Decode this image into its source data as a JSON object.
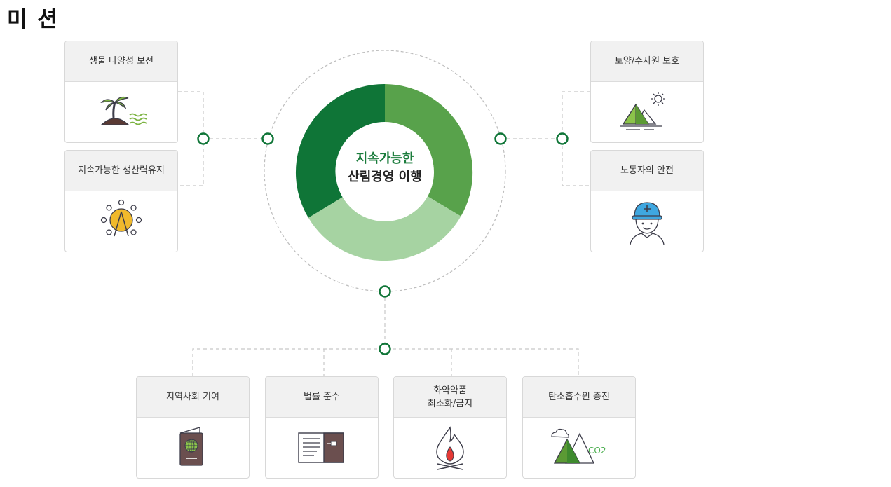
{
  "title": "미 션",
  "center": {
    "line1": "지속가능한",
    "line2": "산림경영 이행"
  },
  "colors": {
    "dark_green": "#0f7537",
    "mid_green": "#58a24b",
    "light_green": "#a6d3a2",
    "line_gray": "#c8c8c8"
  },
  "cards": {
    "biodiversity": {
      "label": "생물 다양성 보전",
      "icon": "palm-island-icon"
    },
    "productivity": {
      "label": "지속가능한 생산력유지",
      "icon": "sun-icon"
    },
    "soil_water": {
      "label": "토양/수자원 보호",
      "icon": "mountain-sun-icon"
    },
    "worker_safety": {
      "label": "노동자의 안전",
      "icon": "worker-helmet-icon"
    },
    "community": {
      "label": "지역사회 기여",
      "icon": "passport-globe-icon"
    },
    "law": {
      "label": "법률 준수",
      "icon": "law-document-icon"
    },
    "chemicals": {
      "label": "화약약품\n최소화/금지",
      "icon": "campfire-icon"
    },
    "carbon": {
      "label": "탄소흡수원 증진",
      "icon": "mountain-co2-icon",
      "co2_text": "CO2"
    }
  }
}
